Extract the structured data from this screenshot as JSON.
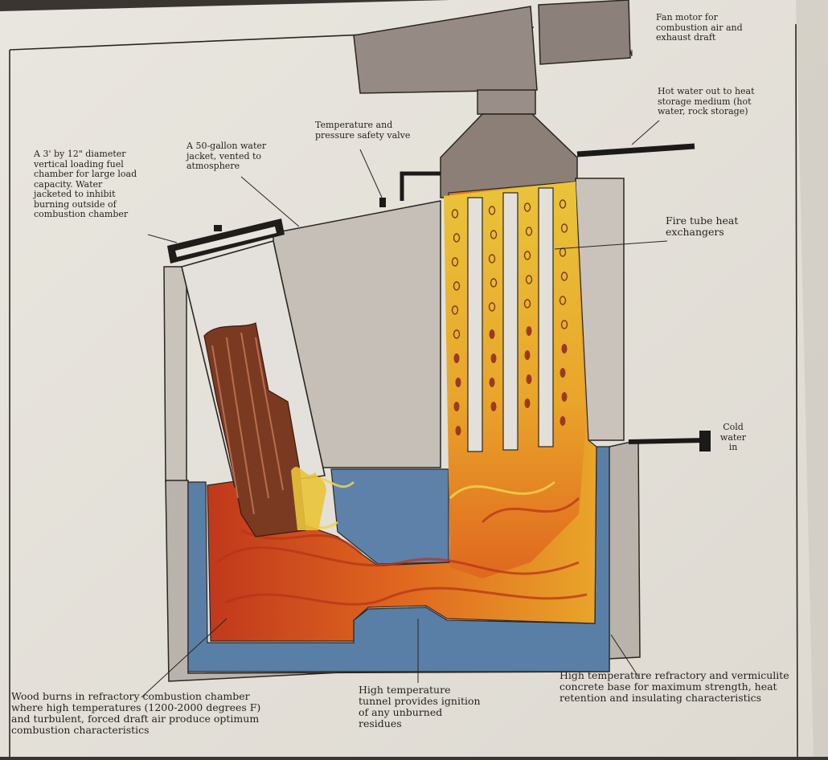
{
  "colors": {
    "paper": "#ece9e2",
    "flame_orange": "#e0671f",
    "flame_red": "#c0381c",
    "flame_yellow": "#e9c43a",
    "water_blue": "#5a7fa6",
    "housing_gray": "#c8c2bb",
    "flue_gray": "#8e827b",
    "wood_brown": "#7a3a22"
  },
  "labels": {
    "fan_motor": "Fan motor for\ncombustion air and\nexhaust draft",
    "hot_water_out": "Hot water out to heat\nstorage medium (hot\nwater, rock storage)",
    "fire_tubes": "Fire tube heat\nexchangers",
    "cold_water_in": "Cold\nwater\nin",
    "loading_chamber": "A 3' by 12\" diameter\nvertical loading fuel\nchamber for large load\ncapacity. Water\njacketed to inhibit\nburning outside of\ncombustion chamber",
    "water_jacket": "A 50-gallon water\njacket, vented to\natmosphere",
    "safety_valve": "Temperature and\npressure safety valve",
    "wood_burns": "Wood burns in refractory combustion chamber\nwhere high temperatures (1200-2000 degrees F)\nand turbulent, forced draft air produce optimum\ncombustion characteristics",
    "tunnel": "High temperature\ntunnel provides ignition\nof any unburned\nresidues",
    "refractory_base": "High temperature refractory and vermiculite\nconcrete base for maximum strength, heat\nretention and insulating characteristics"
  }
}
